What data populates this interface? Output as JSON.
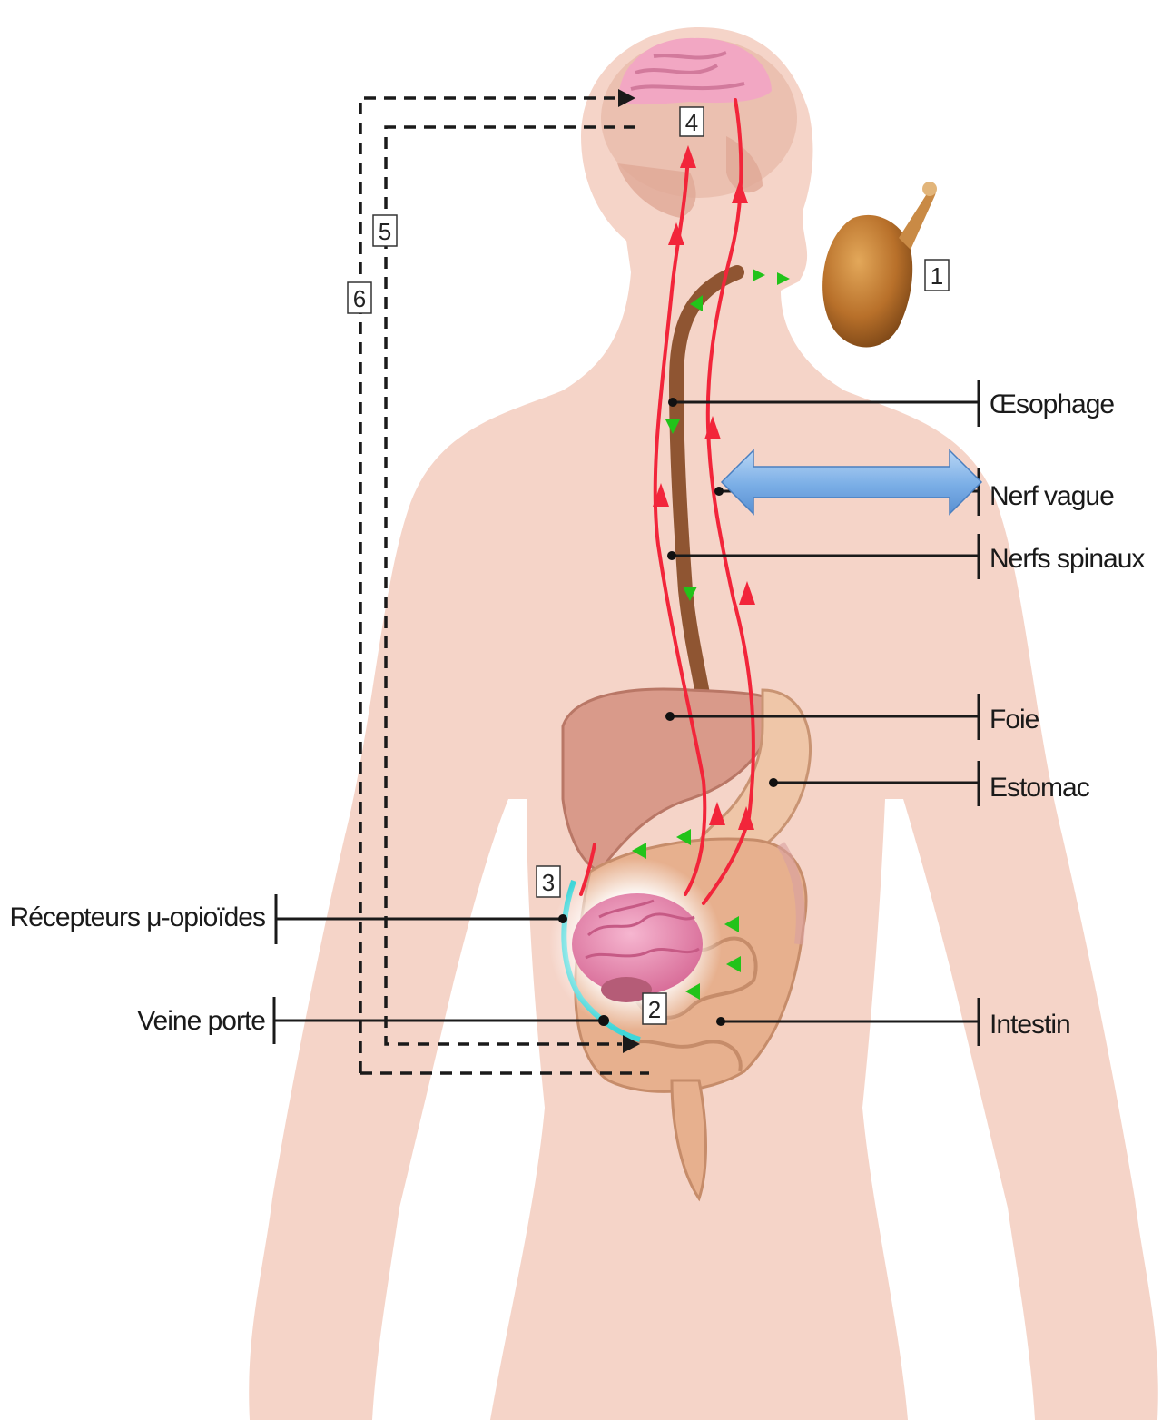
{
  "labels": {
    "oesophage": "Œsophage",
    "nerf_vague": "Nerf vague",
    "nerfs_spinaux": "Nerfs spinaux",
    "foie": "Foie",
    "estomac": "Estomac",
    "intestin": "Intestin",
    "recepteurs": "Récepteurs μ-opioïdes",
    "veine_porte": "Veine porte"
  },
  "numbers": {
    "n1": "1",
    "n2": "2",
    "n3": "3",
    "n4": "4",
    "n5": "5",
    "n6": "6"
  },
  "colors": {
    "body": "#f5d4c8",
    "nerve": "#f2253a",
    "pathway_arrow": "#22c31a",
    "highlight_arrow": "#7aaee6",
    "portal_vein": "#3fd6d8"
  },
  "icons": [
    "brain-icon",
    "chicken-leg-icon",
    "double-arrow-icon"
  ]
}
